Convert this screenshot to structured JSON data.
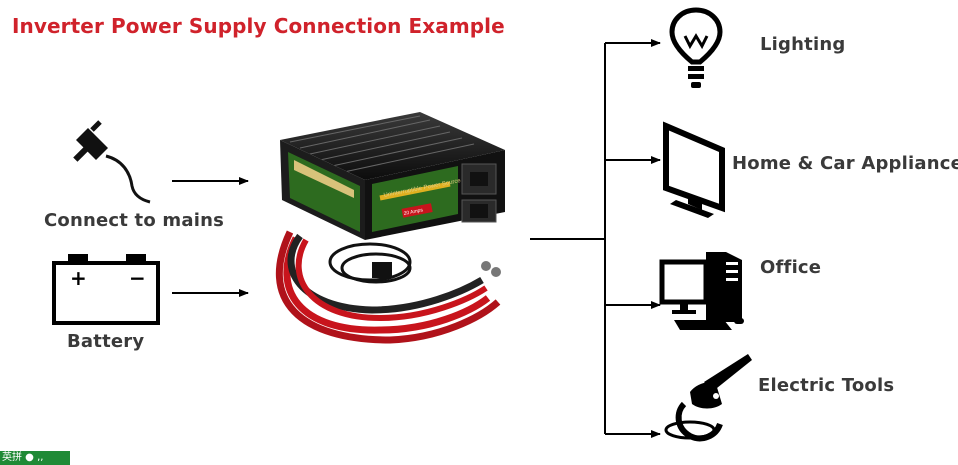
{
  "title": "Inverter Power Supply Connection Example",
  "inputs": {
    "mains_label": "Connect to mains",
    "battery_label": "Battery",
    "battery_plus": "+",
    "battery_minus": "−"
  },
  "inverter": {
    "panel_text": "Uninterruptible Power Source",
    "rating_text": "20 Amps"
  },
  "outputs": [
    {
      "label": "Lighting",
      "icon": "light-bulb-icon"
    },
    {
      "label": "Home & Car Appliances",
      "icon": "monitor-icon"
    },
    {
      "label": "Office",
      "icon": "desktop-computer-icon"
    },
    {
      "label": "Electric Tools",
      "icon": "angle-grinder-icon"
    }
  ],
  "ime_bar": {
    "text": "英拼 ● ,,"
  },
  "colors": {
    "title": "#d0222b",
    "label": "#3a3a3a",
    "line": "#000000",
    "cable_red": "#c8141c",
    "inverter_green": "#2d6b1f"
  }
}
